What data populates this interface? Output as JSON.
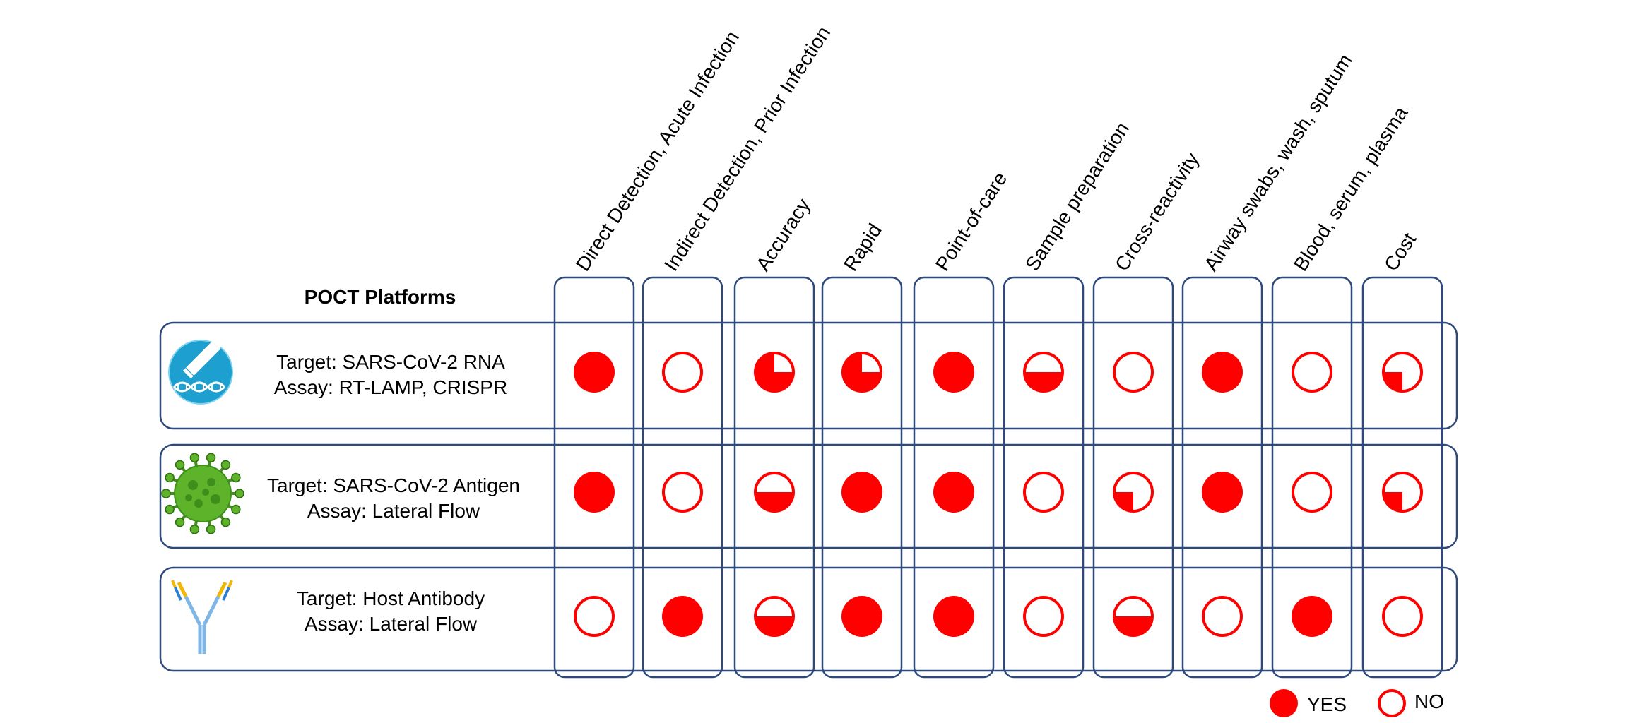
{
  "header": {
    "platforms_title": "POCT Platforms"
  },
  "columns": [
    "Direct Detection, Acute Infection",
    "Indirect Detection, Prior Infection",
    "Accuracy",
    "Rapid",
    "Point-of-care",
    "Sample preparation",
    "Cross-reactivity",
    "Airway swabs, wash, sputum",
    "Blood, serum, plasma",
    "Cost"
  ],
  "rows": [
    {
      "icon": "pencil-dna-icon",
      "target": "Target: SARS-CoV-2 RNA",
      "assay": "Assay: RT-LAMP, CRISPR",
      "values": [
        1,
        0,
        0.75,
        0.75,
        1,
        0.5,
        0,
        1,
        0,
        0.25
      ]
    },
    {
      "icon": "virus-icon",
      "target": "Target: SARS-CoV-2 Antigen",
      "assay": "Assay: Lateral Flow",
      "values": [
        1,
        0,
        0.5,
        1,
        1,
        0,
        0.25,
        1,
        0,
        0.25
      ]
    },
    {
      "icon": "antibody-icon",
      "target": "Target: Host Antibody",
      "assay": "Assay: Lateral Flow",
      "values": [
        0,
        1,
        0.5,
        1,
        1,
        0,
        0.5,
        0,
        1,
        0
      ]
    }
  ],
  "legend": {
    "yes": "YES",
    "no": "NO"
  },
  "colors": {
    "accent": "#ff0000",
    "border": "#2e4a7d",
    "ring_text": "#000000"
  }
}
